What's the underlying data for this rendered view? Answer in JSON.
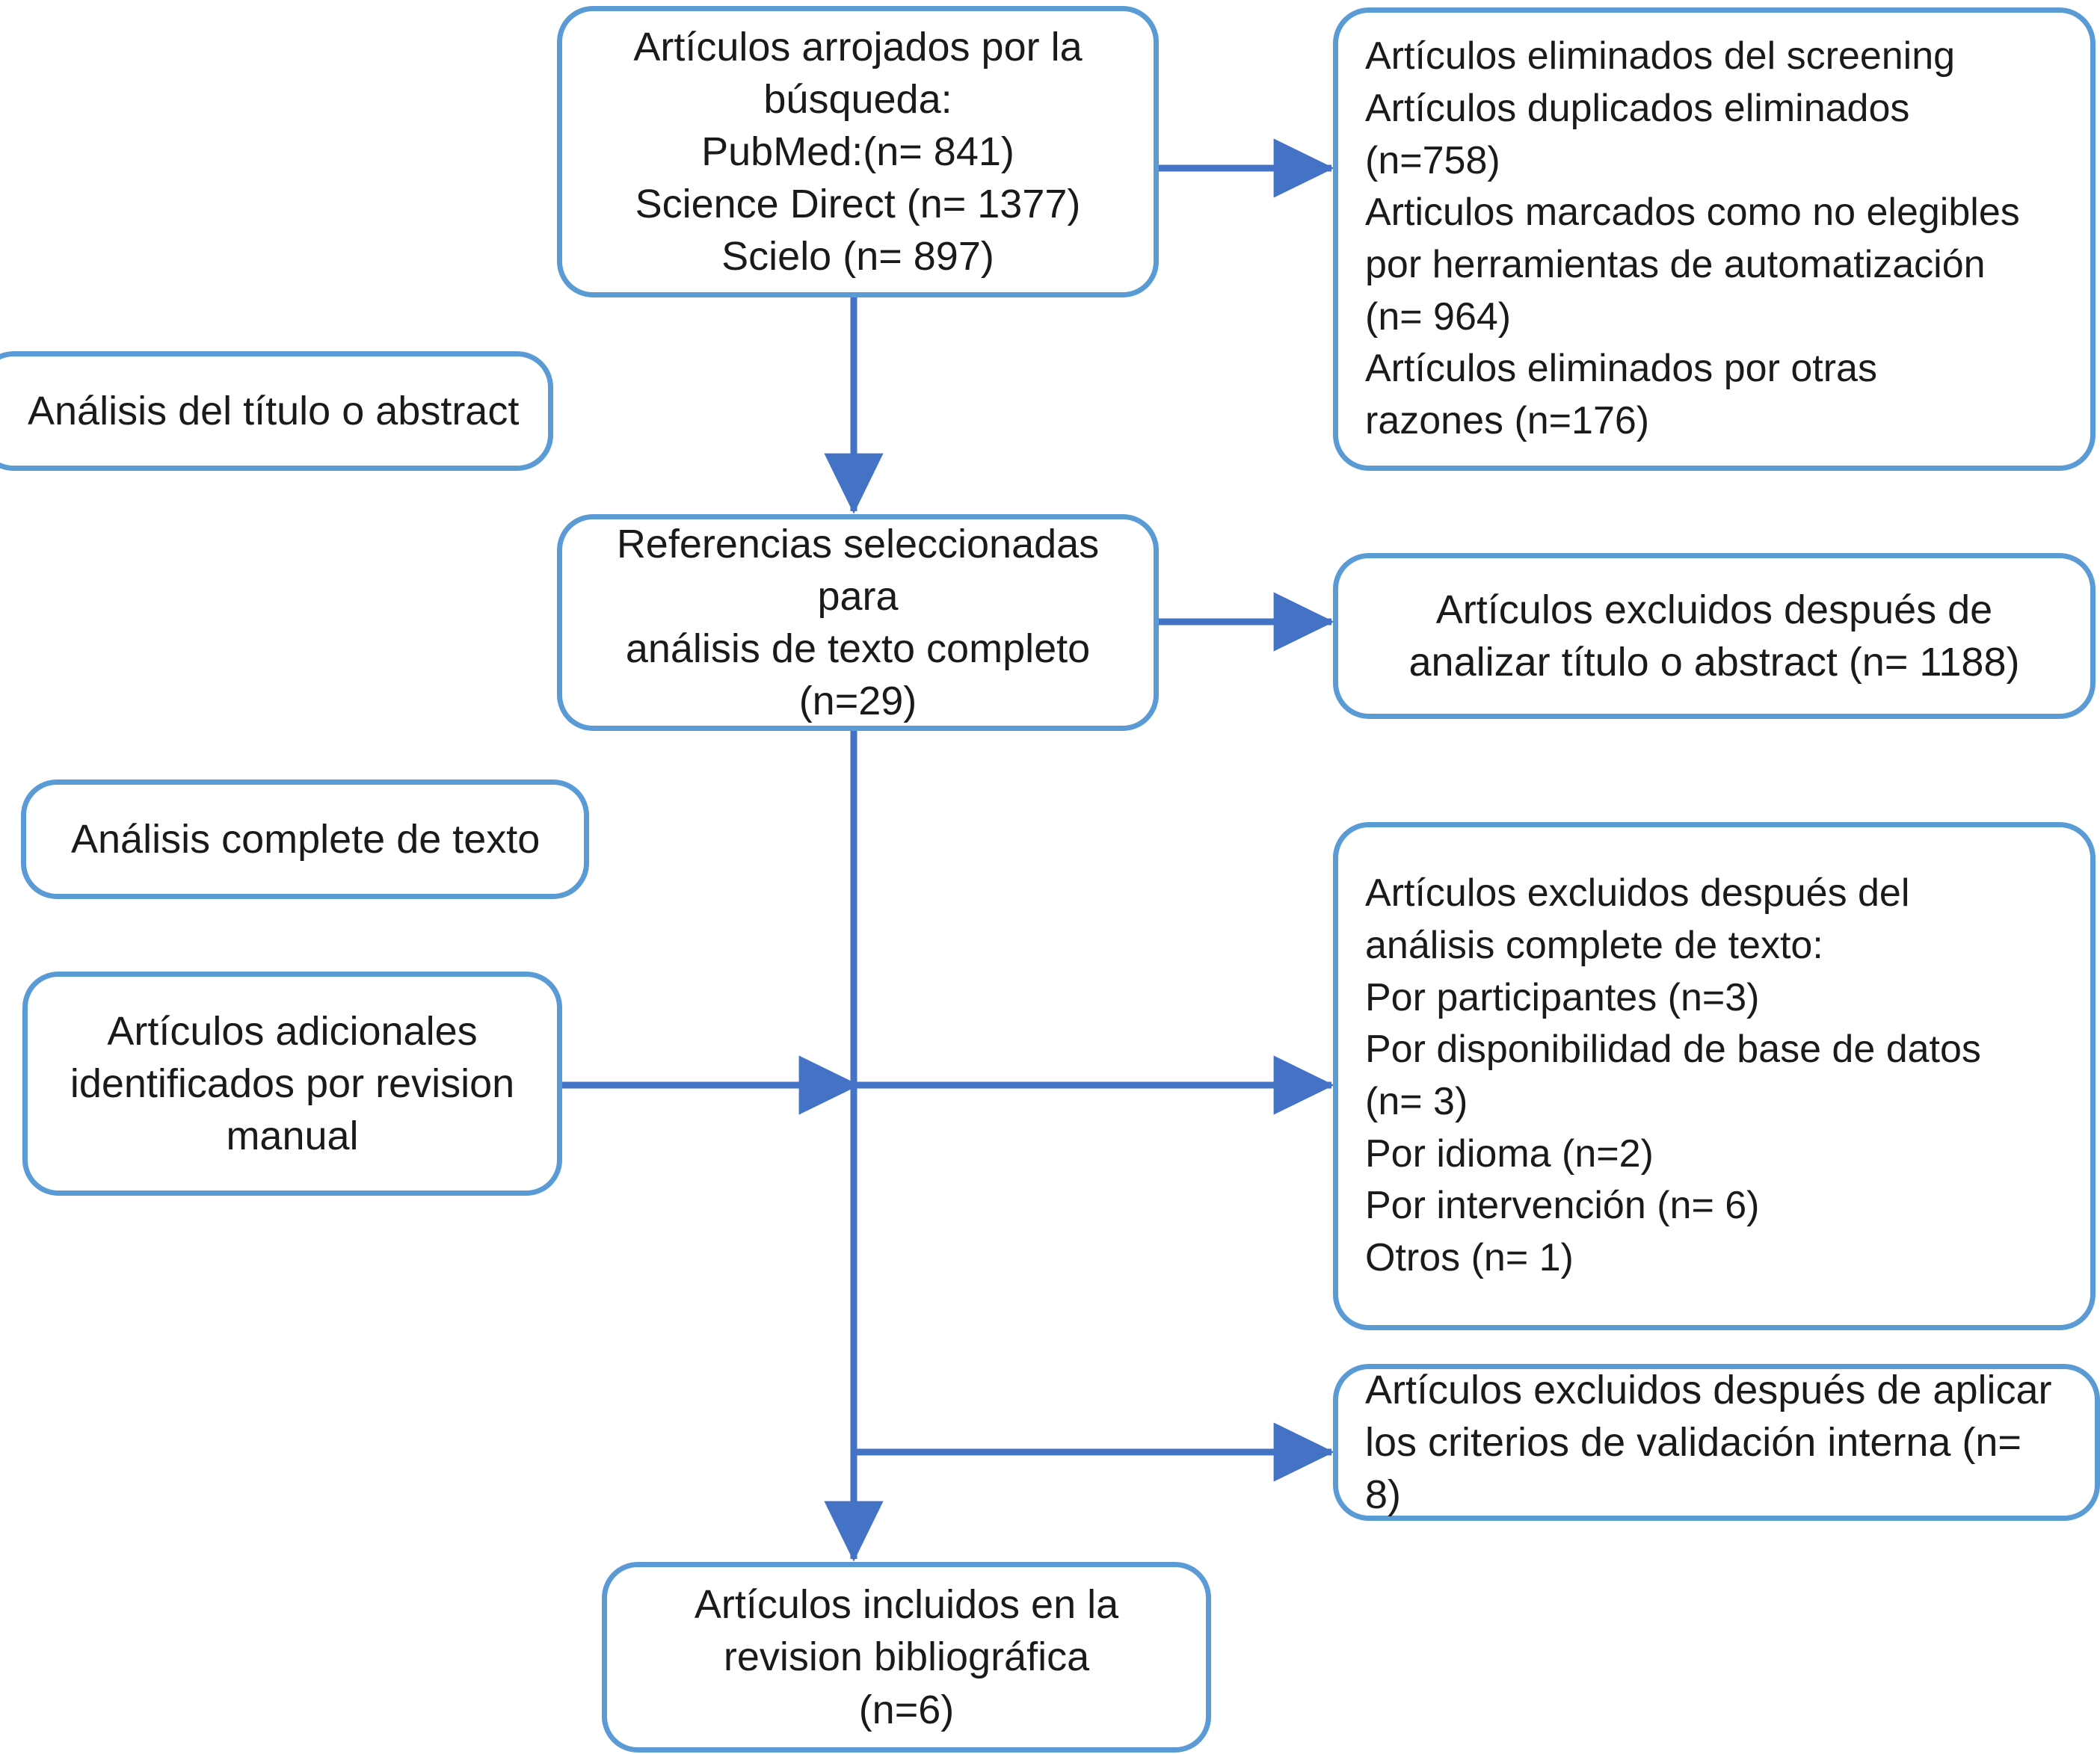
{
  "diagram": {
    "type": "prisma-flow-diagram",
    "language": "es",
    "colors": {
      "box_border": "#5B9BD5",
      "arrow": "#4472C4",
      "text": "#1a1a1a",
      "background": "#FFFFFF"
    }
  },
  "nodes": {
    "records_identified": {
      "label": "Artículos arrojados por la\nbúsqueda:\nPubMed:(n= 841)\nScience Direct (n= 1377)\nScielo (n= 897)",
      "counts": {
        "pubmed": 841,
        "science_direct": 1377,
        "scielo": 897
      }
    },
    "records_removed": {
      "label": "Artículos eliminados del screening\nArtículos duplicados eliminados\n(n=758)\nArticulos marcados como no elegibles\npor herramientas de automatización\n(n= 964)\nArtículos eliminados por otras\nrazones (n=176)",
      "counts": {
        "duplicados": 758,
        "automatizacion": 964,
        "otras_razones": 176
      }
    },
    "stage_title_screening": {
      "label": "Análisis del título o abstract"
    },
    "records_screened": {
      "label": "Referencias seleccionadas para\nanálisis de texto completo\n(n=29)",
      "counts": {
        "n": 29
      }
    },
    "excluded_title_abstract": {
      "label": "Artículos excluidos después de\nanalizar título o abstract (n= 1188)",
      "counts": {
        "n": 1188
      }
    },
    "stage_fulltext": {
      "label": "Análisis complete de texto"
    },
    "additional_records": {
      "label": "Artículos adicionales\nidentificados por revision\nmanual"
    },
    "excluded_fulltext": {
      "label": "Artículos excluidos después del\nanálisis complete de texto:\nPor participantes (n=3)\nPor disponibilidad de base de datos\n(n= 3)\nPor idioma (n=2)\nPor intervención (n= 6)\nOtros (n= 1)",
      "counts": {
        "participantes": 3,
        "disponibilidad_base_datos": 3,
        "idioma": 2,
        "intervencion": 6,
        "otros": 1
      }
    },
    "excluded_validity": {
      "label": "Artículos excluidos después de aplicar\nlos criterios de validación interna (n= 8)",
      "counts": {
        "n": 8
      }
    },
    "studies_included": {
      "label": "Artículos incluidos en la\nrevision bibliográfica\n(n=6)",
      "counts": {
        "n": 6
      }
    }
  }
}
